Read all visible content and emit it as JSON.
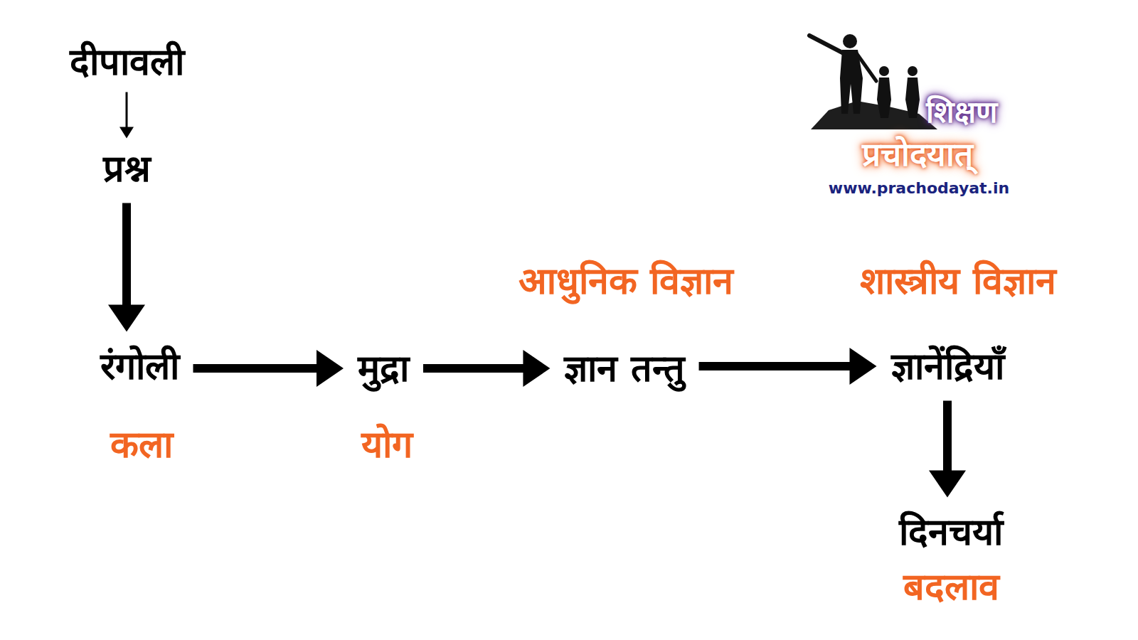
{
  "diagram": {
    "nodes": [
      {
        "text": [
          "दीपावली"
        ]
      },
      {
        "text": [
          "प्रश्न"
        ]
      },
      {
        "text": [
          "रंगोली"
        ]
      },
      {
        "text": [
          "मुद्रा"
        ]
      },
      {
        "text": [
          "ज्ञान तन्तु"
        ]
      },
      {
        "text": [
          "ज्ञानेंद्रियाँ"
        ]
      },
      {
        "text": [
          "दिनचर्या"
        ]
      }
    ],
    "edges": [
      {
        "from": 0,
        "to": 1,
        "arrow": "to"
      },
      {
        "from": 1,
        "to": 2,
        "arrow": "to"
      },
      {
        "from": 2,
        "to": 3,
        "arrow": "to"
      },
      {
        "from": 3,
        "to": 4,
        "arrow": "to"
      },
      {
        "from": 4,
        "to": 5,
        "arrow": "to"
      },
      {
        "from": 5,
        "to": 6,
        "arrow": "to"
      }
    ],
    "labels": [
      "कला",
      "योग",
      "आधुनिक विज्ञान",
      "शास्त्रीय विज्ञान",
      "बदलाव",
      "शिक्षण",
      "प्रचोदयात्",
      "www.prachodayat.in"
    ]
  }
}
